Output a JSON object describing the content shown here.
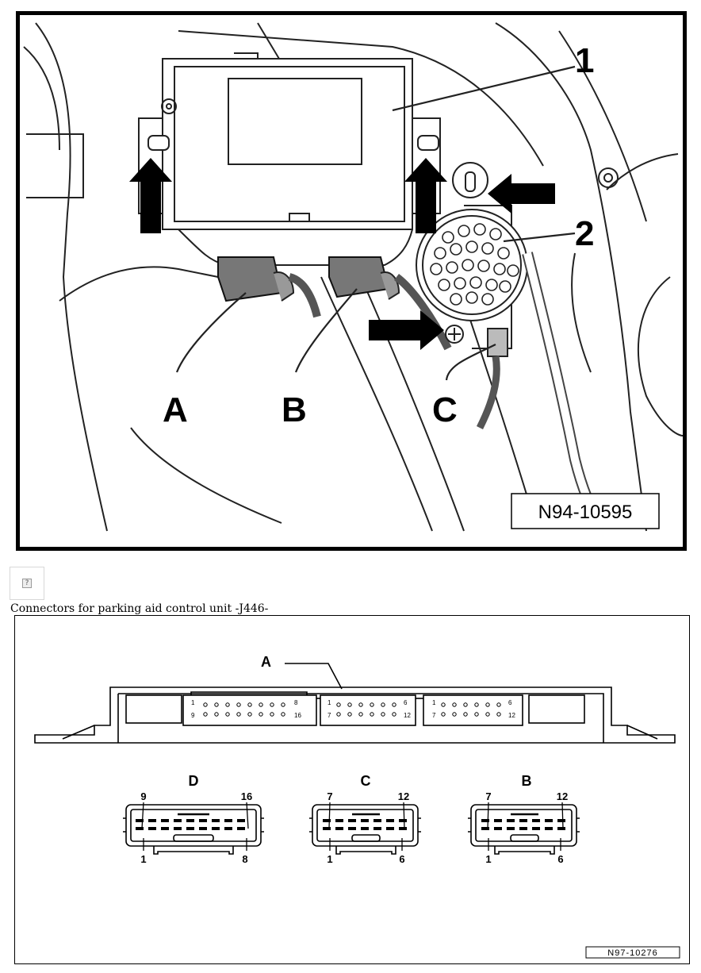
{
  "figure1": {
    "callouts": [
      "1",
      "2",
      "A",
      "B",
      "C"
    ],
    "image_code": "N94-10595"
  },
  "placeholder": {
    "glyph": "?"
  },
  "caption": "Connectors for parking aid control unit -J446-",
  "figure2": {
    "connector_a_label": "A",
    "header_pins": {
      "left": [
        "1",
        "8",
        "9",
        "16"
      ],
      "middle": [
        "1",
        "6",
        "7",
        "12"
      ],
      "right": [
        "1",
        "6",
        "7",
        "12"
      ]
    },
    "connectors": [
      {
        "label": "D",
        "top_left": "9",
        "top_right": "16",
        "bottom_left": "1",
        "bottom_right": "8"
      },
      {
        "label": "C",
        "top_left": "7",
        "top_right": "12",
        "bottom_left": "1",
        "bottom_right": "6"
      },
      {
        "label": "B",
        "top_left": "7",
        "top_right": "12",
        "bottom_left": "1",
        "bottom_right": "6"
      }
    ],
    "image_code": "N97-10276"
  }
}
